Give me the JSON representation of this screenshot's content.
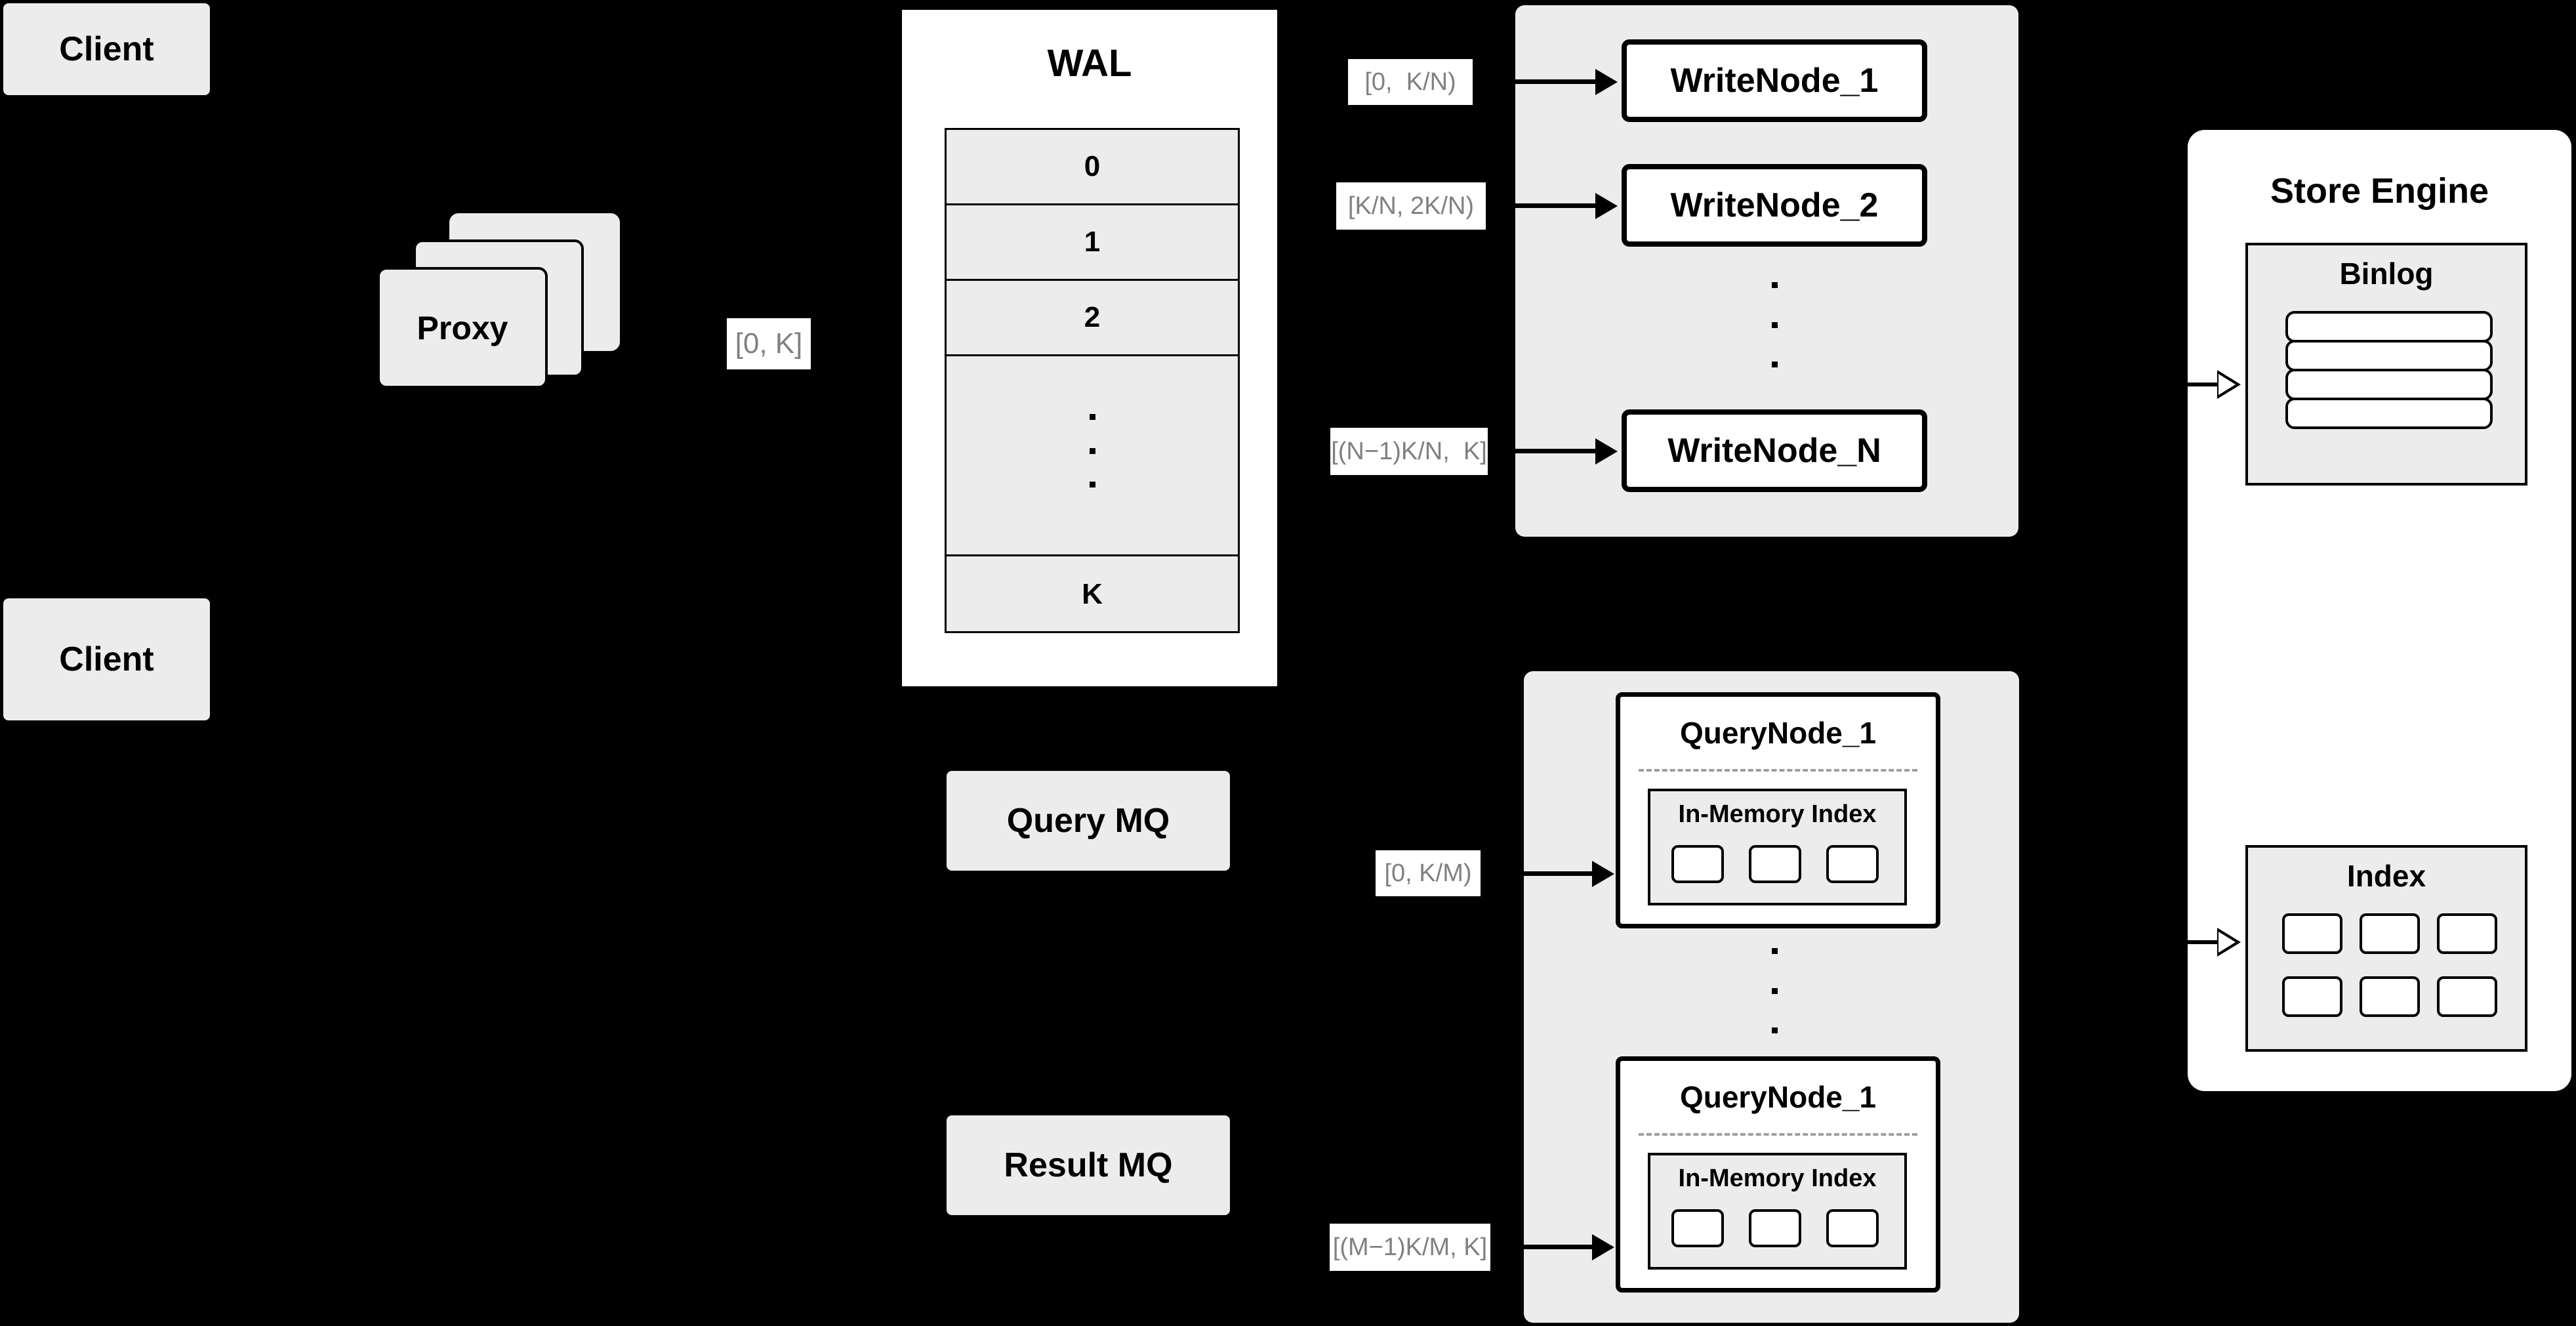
{
  "diagram": {
    "title": "Distributed write/query architecture",
    "colors": {
      "background": "#000000",
      "panel_fill": "#ececec",
      "card_fill": "#ffffff",
      "stroke": "#000000",
      "label_text": "#808080",
      "dashed_separator": "#9e9e9e"
    }
  },
  "clients": [
    {
      "label": "Client"
    },
    {
      "label": "Client"
    }
  ],
  "proxy": {
    "label": "Proxy",
    "stack_count": 3
  },
  "proxy_range_label": "[0, K]",
  "wal": {
    "title": "WAL",
    "rows": [
      "0",
      "1",
      "2",
      "",
      "K"
    ],
    "ellipsis_dots": 3
  },
  "queues": [
    {
      "label": "Query MQ"
    },
    {
      "label": "Result MQ"
    }
  ],
  "write_cluster": {
    "nodes": [
      {
        "label": "WriteNode_1",
        "range": "[0,  K/N)"
      },
      {
        "label": "WriteNode_2",
        "range": "[K/N, 2K/N)"
      },
      {
        "label": "WriteNode_N",
        "range": "[(N−1)K/N,  K]"
      }
    ],
    "ellipsis_dots": 3
  },
  "query_cluster": {
    "nodes": [
      {
        "label": "QueryNode_1",
        "range": "[0, K/M)",
        "index_title": "In-Memory Index",
        "index_slots": 3
      },
      {
        "label": "QueryNode_1",
        "range": "[(M−1)K/M, K]",
        "index_title": "In-Memory Index",
        "index_slots": 3
      }
    ],
    "ellipsis_dots": 3
  },
  "store_engine": {
    "title": "Store Engine",
    "binlog": {
      "title": "Binlog",
      "entries": 4
    },
    "index": {
      "title": "Index",
      "slots": 6,
      "columns": 3,
      "rows": 2
    }
  }
}
